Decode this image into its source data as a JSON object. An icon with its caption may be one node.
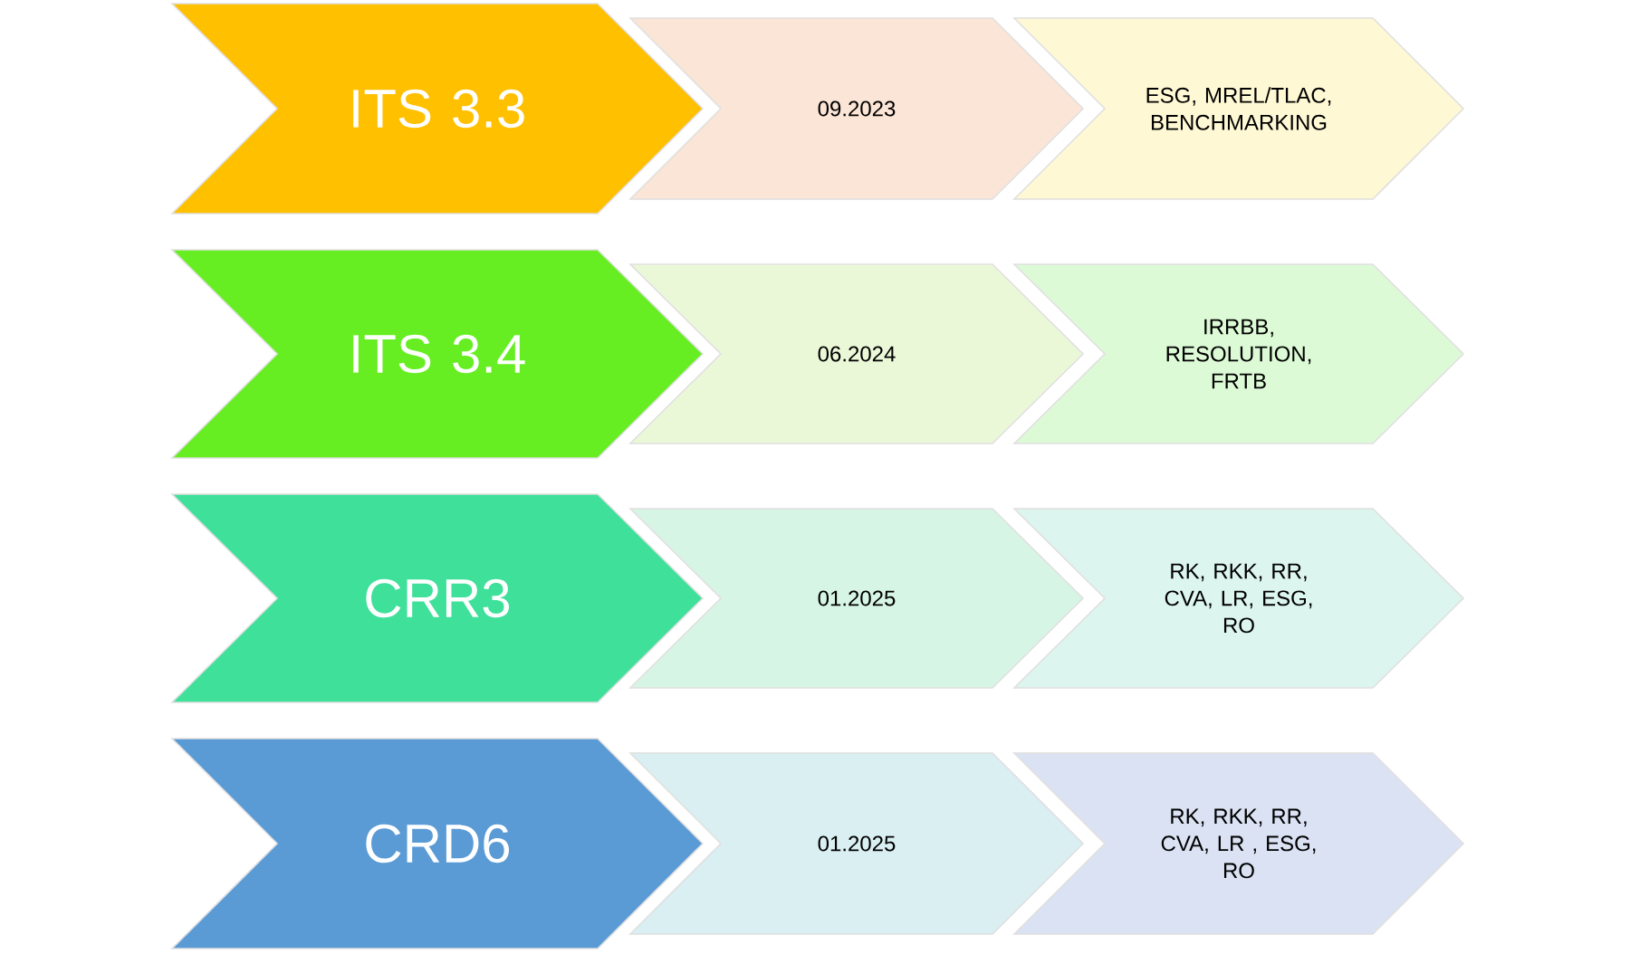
{
  "diagram": {
    "nodes": [
      {
        "text": [
          "ITS 3.3"
        ]
      },
      {
        "text": [
          "09.2023"
        ]
      },
      {
        "text": [
          "ESG, MREL/TLAC, BENCHMARKING"
        ]
      },
      {
        "text": [
          "ITS 3.4"
        ]
      },
      {
        "text": [
          "06.2024"
        ]
      },
      {
        "text": [
          "IRRBB, RESOLUTION, FRTB"
        ]
      },
      {
        "text": [
          "CRR3"
        ]
      },
      {
        "text": [
          "01.2025"
        ]
      },
      {
        "text": [
          "RK, RKK, RR, CVA, LR, ESG, RO"
        ]
      },
      {
        "text": [
          "CRD6"
        ]
      },
      {
        "text": [
          "01.2025"
        ]
      },
      {
        "text": [
          "RK, RKK, RR, CVA, LR , ESG, RO"
        ]
      }
    ],
    "edges": []
  }
}
